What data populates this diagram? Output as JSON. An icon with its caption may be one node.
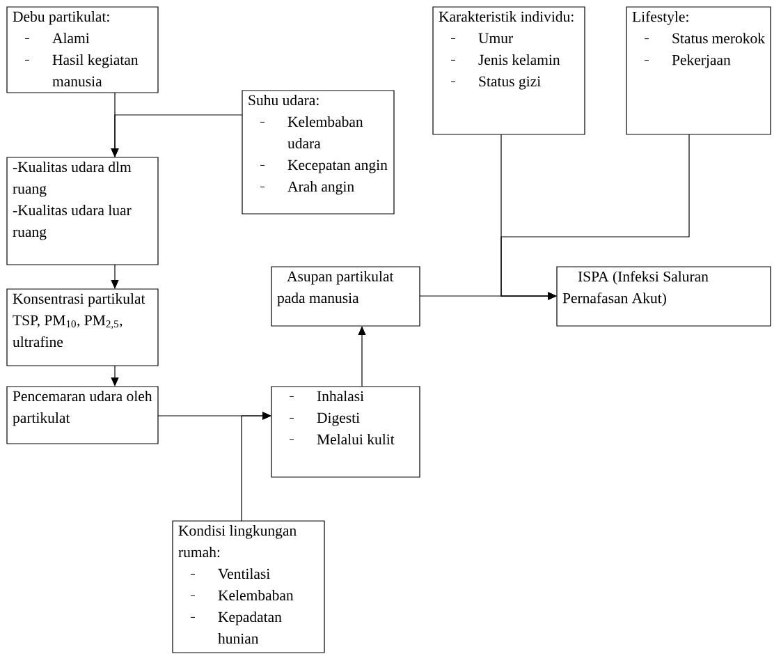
{
  "diagram": {
    "nodes": [
      {
        "text": [
          "Debu partikulat:",
          "Alami",
          "Hasil kegiatan manusia"
        ]
      },
      {
        "text": [
          "Suhu udara:",
          "Kelembaban udara",
          "Kecepatan angin",
          "Arah angin"
        ]
      },
      {
        "text": [
          "Karakteristik individu:",
          "Umur",
          "Jenis kelamin",
          "Status gizi"
        ]
      },
      {
        "text": [
          "Lifestyle:",
          "Status merokok",
          "Pekerjaan"
        ]
      },
      {
        "text": [
          "-Kualitas udara dlm ruang",
          "-Kualitas udara luar ruang"
        ]
      },
      {
        "text": [
          "Konsentrasi partikulat TSP, PM$_{10}$, PM$_{2,5}$, ultrafine"
        ]
      },
      {
        "text": [
          "Asupan partikulat pada manusia"
        ]
      },
      {
        "text": [
          "ISPA (Infeksi Saluran Pernafasan Akut)"
        ]
      },
      {
        "text": [
          "Pencemaran udara oleh partikulat"
        ]
      },
      {
        "text": [
          "Inhalasi",
          "Digesti",
          "Melalui kulit"
        ]
      },
      {
        "text": [
          "Kondisi lingkungan rumah:",
          "Ventilasi",
          "Kelembaban",
          "Kepadatan hunian"
        ]
      }
    ],
    "edges": [
      {
        "from": 0,
        "to": 4,
        "arrow": "to"
      },
      {
        "from": 1,
        "to": 4,
        "arrow": "to"
      },
      {
        "from": 4,
        "to": 5,
        "arrow": "to"
      },
      {
        "from": 5,
        "to": 8,
        "arrow": "to"
      },
      {
        "from": 8,
        "to": 9,
        "arrow": "to"
      },
      {
        "from": 10,
        "to": 9,
        "arrow": "to"
      },
      {
        "from": 9,
        "to": 6,
        "arrow": "to"
      },
      {
        "from": 6,
        "to": 7,
        "arrow": "to"
      },
      {
        "from": 2,
        "to": 7,
        "arrow": "to"
      },
      {
        "from": 3,
        "to": 7,
        "arrow": "to"
      }
    ]
  }
}
